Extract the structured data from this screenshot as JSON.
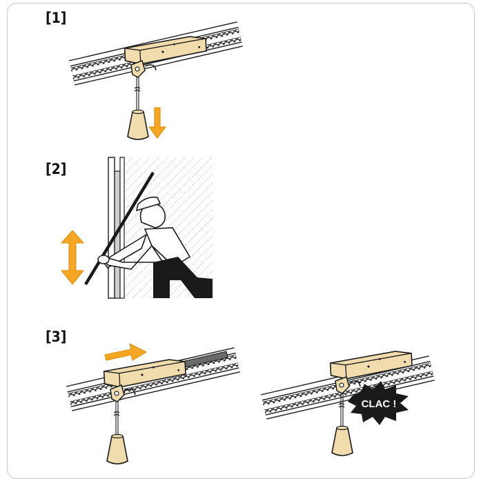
{
  "steps": [
    {
      "label": "[1]"
    },
    {
      "label": "[2]"
    },
    {
      "label": "[3]"
    }
  ],
  "sound_label": "CLAC !",
  "colors": {
    "carriage": "#f1dcae",
    "arrow": "#f5a623",
    "outline": "#1a1a1a",
    "wall_hatch": "#9a9a9a",
    "border": "#c9c9c9"
  },
  "icons": [
    "down-arrow-icon",
    "up-down-arrow-icon",
    "right-arrow-icon",
    "burst-icon"
  ]
}
